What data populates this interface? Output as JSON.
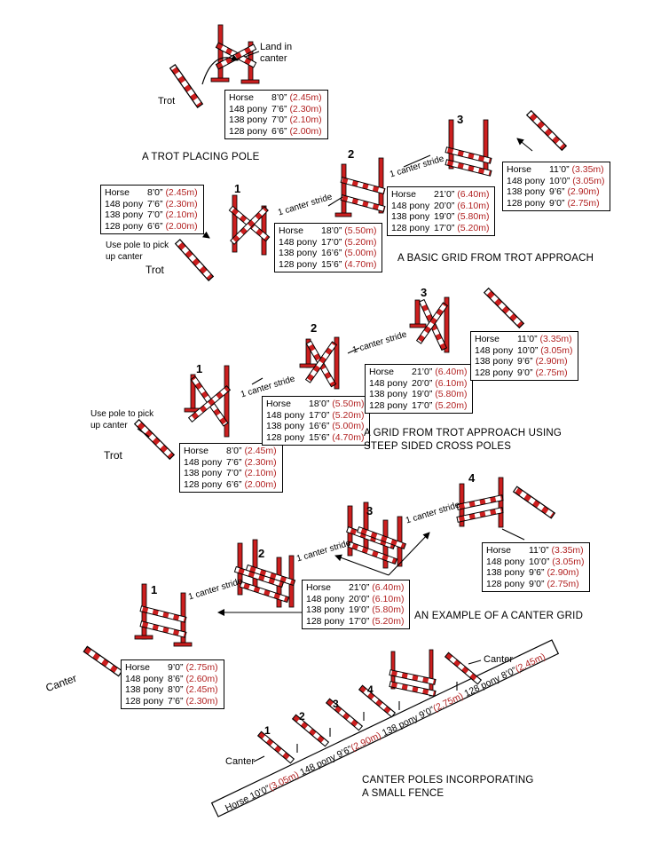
{
  "colors": {
    "accent": "#b22222",
    "pole_red": "#cc1f1f"
  },
  "sections": {
    "trot_placing_pole": {
      "caption": "A TROT PLACING POLE",
      "land_in_canter": "Land in\ncanter",
      "trot": "Trot",
      "table": [
        {
          "who": "Horse",
          "ft": "8’0”",
          "m": "(2.45m)"
        },
        {
          "who": "148 pony",
          "ft": "7’6”",
          "m": "(2.30m)"
        },
        {
          "who": "138 pony",
          "ft": "7’0”",
          "m": "(2.10m)"
        },
        {
          "who": "128 pony",
          "ft": "6’6”",
          "m": "(2.00m)"
        }
      ]
    },
    "basic_grid": {
      "caption": "A BASIC GRID FROM TROT APPROACH",
      "use_pole": "Use pole to pick\nup canter",
      "trot": "Trot",
      "stride1": "1 canter stride",
      "stride2": "1 canter stride",
      "n1": "1",
      "n2": "2",
      "n3": "3",
      "table_a": [
        {
          "who": "Horse",
          "ft": "8’0”",
          "m": "(2.45m)"
        },
        {
          "who": "148 pony",
          "ft": "7’6”",
          "m": "(2.30m)"
        },
        {
          "who": "138 pony",
          "ft": "7’0”",
          "m": "(2.10m)"
        },
        {
          "who": "128 pony",
          "ft": "6’6”",
          "m": "(2.00m)"
        }
      ],
      "table_b": [
        {
          "who": "Horse",
          "ft": "18’0”",
          "m": "(5.50m)"
        },
        {
          "who": "148 pony",
          "ft": "17’0”",
          "m": "(5.20m)"
        },
        {
          "who": "138 pony",
          "ft": "16’6”",
          "m": "(5.00m)"
        },
        {
          "who": "128 pony",
          "ft": "15’6”",
          "m": "(4.70m)"
        }
      ],
      "table_c": [
        {
          "who": "Horse",
          "ft": "21’0”",
          "m": "(6.40m)"
        },
        {
          "who": "148 pony",
          "ft": "20’0”",
          "m": "(6.10m)"
        },
        {
          "who": "138 pony",
          "ft": "19’0”",
          "m": "(5.80m)"
        },
        {
          "who": "128 pony",
          "ft": "17’0”",
          "m": "(5.20m)"
        }
      ],
      "table_d": [
        {
          "who": "Horse",
          "ft": "11’0”",
          "m": "(3.35m)"
        },
        {
          "who": "148 pony",
          "ft": "10’0”",
          "m": "(3.05m)"
        },
        {
          "who": "138 pony",
          "ft": "9’6”",
          "m": "(2.90m)"
        },
        {
          "who": "128 pony",
          "ft": "9’0”",
          "m": "(2.75m)"
        }
      ]
    },
    "steep_grid": {
      "caption_line1": "A GRID FROM TROT APPROACH USING",
      "caption_line2": "STEEP SIDED CROSS POLES",
      "use_pole": "Use pole to pick\nup canter",
      "trot": "Trot",
      "stride1": "1 canter stride",
      "stride2": "1 canter stride",
      "n1": "1",
      "n2": "2",
      "n3": "3",
      "table_a": [
        {
          "who": "Horse",
          "ft": "8’0”",
          "m": "(2.45m)"
        },
        {
          "who": "148 pony",
          "ft": "7’6”",
          "m": "(2.30m)"
        },
        {
          "who": "138 pony",
          "ft": "7’0”",
          "m": "(2.10m)"
        },
        {
          "who": "128 pony",
          "ft": "6’6”",
          "m": "(2.00m)"
        }
      ],
      "table_b": [
        {
          "who": "Horse",
          "ft": "18’0”",
          "m": "(5.50m)"
        },
        {
          "who": "148 pony",
          "ft": "17’0”",
          "m": "(5.20m)"
        },
        {
          "who": "138 pony",
          "ft": "16’6”",
          "m": "(5.00m)"
        },
        {
          "who": "128 pony",
          "ft": "15’6”",
          "m": "(4.70m)"
        }
      ],
      "table_c": [
        {
          "who": "Horse",
          "ft": "21’0”",
          "m": "(6.40m)"
        },
        {
          "who": "148 pony",
          "ft": "20’0”",
          "m": "(6.10m)"
        },
        {
          "who": "138 pony",
          "ft": "19’0”",
          "m": "(5.80m)"
        },
        {
          "who": "128 pony",
          "ft": "17’0”",
          "m": "(5.20m)"
        }
      ],
      "table_d": [
        {
          "who": "Horse",
          "ft": "11’0”",
          "m": "(3.35m)"
        },
        {
          "who": "148 pony",
          "ft": "10’0”",
          "m": "(3.05m)"
        },
        {
          "who": "138 pony",
          "ft": "9’6”",
          "m": "(2.90m)"
        },
        {
          "who": "128 pony",
          "ft": "9’0”",
          "m": "(2.75m)"
        }
      ]
    },
    "canter_grid": {
      "caption": "AN EXAMPLE OF A CANTER GRID",
      "canter": "Canter",
      "stride1": "1 canter stride",
      "stride2": "1 canter stride",
      "stride3": "1 canter stride",
      "n1": "1",
      "n2": "2",
      "n3": "3",
      "n4": "4",
      "table_a": [
        {
          "who": "Horse",
          "ft": "9’0”",
          "m": "(2.75m)"
        },
        {
          "who": "148 pony",
          "ft": "8’6”",
          "m": "(2.60m)"
        },
        {
          "who": "138 pony",
          "ft": "8’0”",
          "m": "(2.45m)"
        },
        {
          "who": "128 pony",
          "ft": "7’6”",
          "m": "(2.30m)"
        }
      ],
      "table_b": [
        {
          "who": "Horse",
          "ft": "21’0”",
          "m": "(6.40m)"
        },
        {
          "who": "148 pony",
          "ft": "20’0”",
          "m": "(6.10m)"
        },
        {
          "who": "138 pony",
          "ft": "19’0”",
          "m": "(5.80m)"
        },
        {
          "who": "128 pony",
          "ft": "17’0”",
          "m": "(5.20m)"
        }
      ],
      "table_c": [
        {
          "who": "Horse",
          "ft": "11’0”",
          "m": "(3.35m)"
        },
        {
          "who": "148 pony",
          "ft": "10’0”",
          "m": "(3.05m)"
        },
        {
          "who": "138 pony",
          "ft": "9’6”",
          "m": "(2.90m)"
        },
        {
          "who": "128 pony",
          "ft": "9’0”",
          "m": "(2.75m)"
        }
      ]
    },
    "canter_poles": {
      "caption_line1": "CANTER POLES INCORPORATING",
      "caption_line2": "A SMALL FENCE",
      "canter_bottom": "Canter",
      "canter_top": "Canter",
      "n1": "1",
      "n2": "2",
      "n3": "3",
      "n4": "4",
      "bar": [
        {
          "text": "Horse 10’0”",
          "red": false
        },
        {
          "text": "(3.05m)",
          "red": true
        },
        {
          "text": " 148 pony 9’6”",
          "red": false
        },
        {
          "text": "(2.90m)",
          "red": true
        },
        {
          "text": " 138 pony 9’0”",
          "red": false
        },
        {
          "text": "(2.75m)",
          "red": true
        },
        {
          "text": " 128 pony 8’0”",
          "red": false
        },
        {
          "text": "(2.45m)",
          "red": true
        }
      ]
    }
  }
}
